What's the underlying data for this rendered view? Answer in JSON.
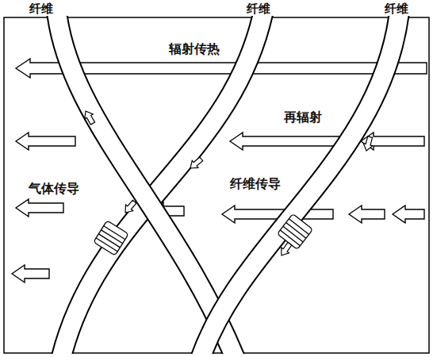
{
  "diagram": {
    "labels": [
      "纤维",
      "纤维",
      "纤维",
      "辐射传热",
      "再辐射",
      "气体传导",
      "纤维传导"
    ]
  }
}
